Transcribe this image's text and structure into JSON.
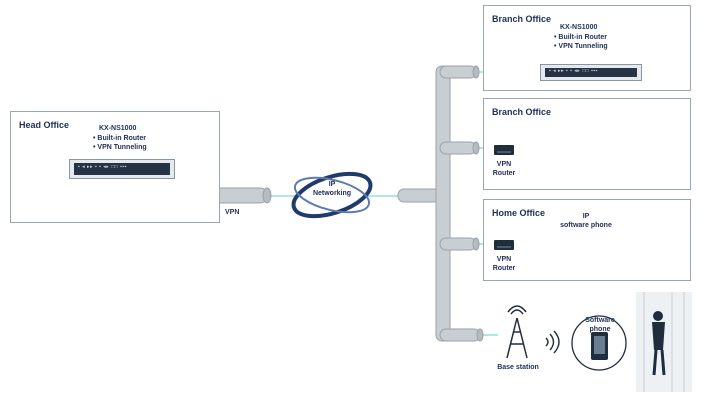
{
  "head_office": {
    "title": "Head Office",
    "device": "KX-NS1000",
    "features": [
      "• Built-in Router",
      "• VPN Tunneling"
    ],
    "link_label": "VPN"
  },
  "network": {
    "label": "IP\nNetworking"
  },
  "branch1": {
    "title": "Branch Office",
    "device": "KX-NS1000",
    "features": [
      "• Built-in Router",
      "• VPN Tunneling"
    ]
  },
  "branch2": {
    "title": "Branch  Office",
    "router": "VPN\nRouter"
  },
  "home": {
    "title": "Home Office",
    "router": "VPN\nRouter",
    "phone": "IP\nsoftware phone"
  },
  "mobile": {
    "base": "Base station",
    "phone": "Software\nphone"
  },
  "colors": {
    "pipe": "#c9ced3",
    "pipe_edge": "#9aa1a8",
    "line": "#7fd6d6",
    "dark": "#1f2d3d"
  }
}
